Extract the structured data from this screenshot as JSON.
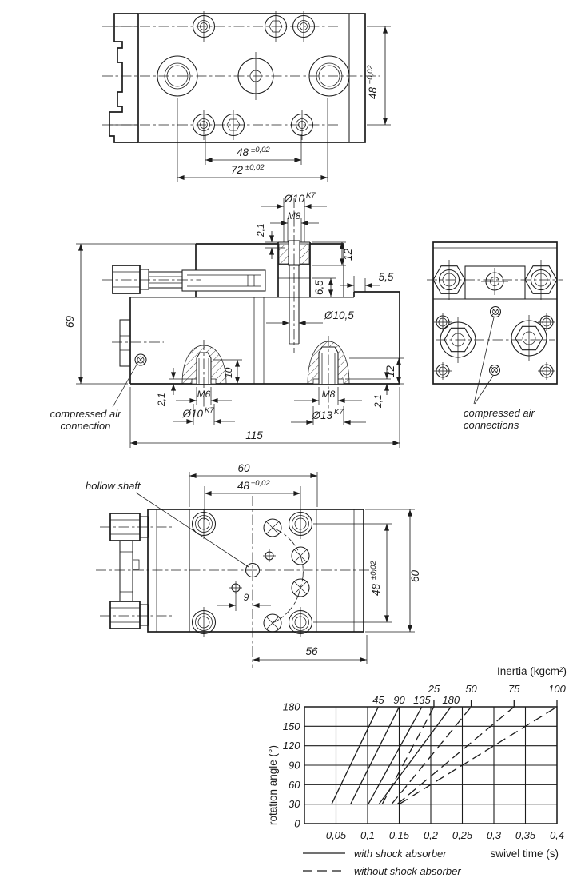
{
  "top_view": {
    "dim_height": {
      "v": "48",
      "s": "±0,02"
    },
    "dim_inner": {
      "v": "48",
      "s": "±0,02"
    },
    "dim_outer": {
      "v": "72",
      "s": "±0,02"
    }
  },
  "front_view": {
    "d10k7_top": {
      "v": "Ø10",
      "s": "K7"
    },
    "m8_top": "M8",
    "t21_top": "2,1",
    "t12_top": "12",
    "t65": "6,5",
    "t55": "5,5",
    "d105": "Ø10,5",
    "height": "69",
    "t10": "10",
    "m6": "M6",
    "t21_botleft": "2,1",
    "d10k7_bot": {
      "v": "Ø10",
      "s": "K7"
    },
    "m8_bot": "M8",
    "d13k7": {
      "v": "Ø13",
      "s": "K7"
    },
    "t12_right": "12",
    "t21_botright": "2,1",
    "width": "115",
    "note_line1": "compressed air",
    "note_line2": "connection"
  },
  "side_view": {
    "note_line1": "compressed air",
    "note_line2": "connections"
  },
  "bottom_view": {
    "width_top": "60",
    "dim_top": {
      "v": "48",
      "s": "±0,02"
    },
    "note_shaft": "hollow shaft",
    "t9": "9",
    "t56": "56",
    "dim_right": {
      "v": "48",
      "s": "±0,02"
    },
    "height_right": "60"
  },
  "chart_data": {
    "type": "line",
    "title": "",
    "top_axis_label": "Inertia (kgcm²)",
    "xlabel": "swivel time (s)",
    "ylabel": "rotation angle (°)",
    "xlim": [
      0,
      0.4
    ],
    "ylim": [
      0,
      180
    ],
    "grid": true,
    "x_ticks": [
      {
        "label": "0,05",
        "value": 0.05
      },
      {
        "label": "0,1",
        "value": 0.1
      },
      {
        "label": "0,15",
        "value": 0.15
      },
      {
        "label": "0,2",
        "value": 0.2
      },
      {
        "label": "0,25",
        "value": 0.25
      },
      {
        "label": "0,3",
        "value": 0.3
      },
      {
        "label": "0,35",
        "value": 0.35
      },
      {
        "label": "0,4",
        "value": 0.4
      }
    ],
    "y_ticks": [
      {
        "label": "180",
        "value": 180
      },
      {
        "label": "150",
        "value": 150
      },
      {
        "label": "120",
        "value": 120
      },
      {
        "label": "90",
        "value": 90
      },
      {
        "label": "60",
        "value": 60
      },
      {
        "label": "30",
        "value": 30
      },
      {
        "label": "0",
        "value": 0
      }
    ],
    "legend": [
      {
        "label": "with shock absorber",
        "style": "solid"
      },
      {
        "label": "without shock absorber",
        "style": "dashed"
      }
    ],
    "series": [
      {
        "name": "45",
        "inertia": 45,
        "style": "solid",
        "points": [
          [
            0.043,
            30
          ],
          [
            0.117,
            180
          ]
        ]
      },
      {
        "name": "90",
        "inertia": 90,
        "style": "solid",
        "points": [
          [
            0.073,
            30
          ],
          [
            0.15,
            180
          ]
        ]
      },
      {
        "name": "135",
        "inertia": 135,
        "style": "solid",
        "points": [
          [
            0.101,
            30
          ],
          [
            0.186,
            180
          ]
        ]
      },
      {
        "name": "180",
        "inertia": 180,
        "style": "solid",
        "points": [
          [
            0.118,
            30
          ],
          [
            0.232,
            180
          ]
        ]
      },
      {
        "name": "25",
        "inertia": 25,
        "style": "dashed",
        "points": [
          [
            0.123,
            30
          ],
          [
            0.205,
            180
          ]
        ]
      },
      {
        "name": "50",
        "inertia": 50,
        "style": "dashed",
        "points": [
          [
            0.138,
            30
          ],
          [
            0.264,
            180
          ]
        ]
      },
      {
        "name": "75",
        "inertia": 75,
        "style": "dashed",
        "points": [
          [
            0.147,
            30
          ],
          [
            0.332,
            180
          ]
        ]
      },
      {
        "name": "100",
        "inertia": 100,
        "style": "dashed",
        "points": [
          [
            0.15,
            30
          ],
          [
            0.4,
            180
          ]
        ]
      }
    ]
  }
}
